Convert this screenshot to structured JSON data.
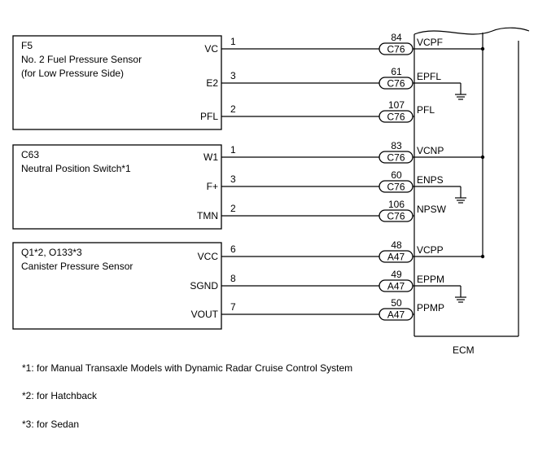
{
  "components": [
    {
      "id": "f5",
      "code": "F5",
      "name_lines": [
        "No. 2 Fuel Pressure Sensor",
        "(for Low Pressure Side)"
      ],
      "pins": [
        {
          "label": "VC",
          "pin": "1",
          "conn_num": "84",
          "conn": "C76",
          "ecm": "VCPF",
          "ground": false,
          "vc_bus": true
        },
        {
          "label": "E2",
          "pin": "3",
          "conn_num": "61",
          "conn": "C76",
          "ecm": "EPFL",
          "ground": true,
          "vc_bus": false
        },
        {
          "label": "PFL",
          "pin": "2",
          "conn_num": "107",
          "conn": "C76",
          "ecm": "PFL",
          "ground": false,
          "vc_bus": false
        }
      ]
    },
    {
      "id": "c63",
      "code": "C63",
      "name_lines": [
        "Neutral Position Switch*1"
      ],
      "pins": [
        {
          "label": "W1",
          "pin": "1",
          "conn_num": "83",
          "conn": "C76",
          "ecm": "VCNP",
          "ground": false,
          "vc_bus": true
        },
        {
          "label": "F+",
          "pin": "3",
          "conn_num": "60",
          "conn": "C76",
          "ecm": "ENPS",
          "ground": true,
          "vc_bus": false
        },
        {
          "label": "TMN",
          "pin": "2",
          "conn_num": "106",
          "conn": "C76",
          "ecm": "NPSW",
          "ground": false,
          "vc_bus": false
        }
      ]
    },
    {
      "id": "q1",
      "code": "Q1*2, O133*3",
      "name_lines": [
        "Canister Pressure Sensor"
      ],
      "pins": [
        {
          "label": "VCC",
          "pin": "6",
          "conn_num": "48",
          "conn": "A47",
          "ecm": "VCPP",
          "ground": false,
          "vc_bus": true
        },
        {
          "label": "SGND",
          "pin": "8",
          "conn_num": "49",
          "conn": "A47",
          "ecm": "EPPM",
          "ground": true,
          "vc_bus": false
        },
        {
          "label": "VOUT",
          "pin": "7",
          "conn_num": "50",
          "conn": "A47",
          "ecm": "PPMP",
          "ground": false,
          "vc_bus": false
        }
      ]
    }
  ],
  "ecm_label": "ECM",
  "notes": [
    "*1: for Manual Transaxle Models with Dynamic Radar Cruise Control System",
    "*2: for Hatchback",
    "*3: for Sedan"
  ]
}
